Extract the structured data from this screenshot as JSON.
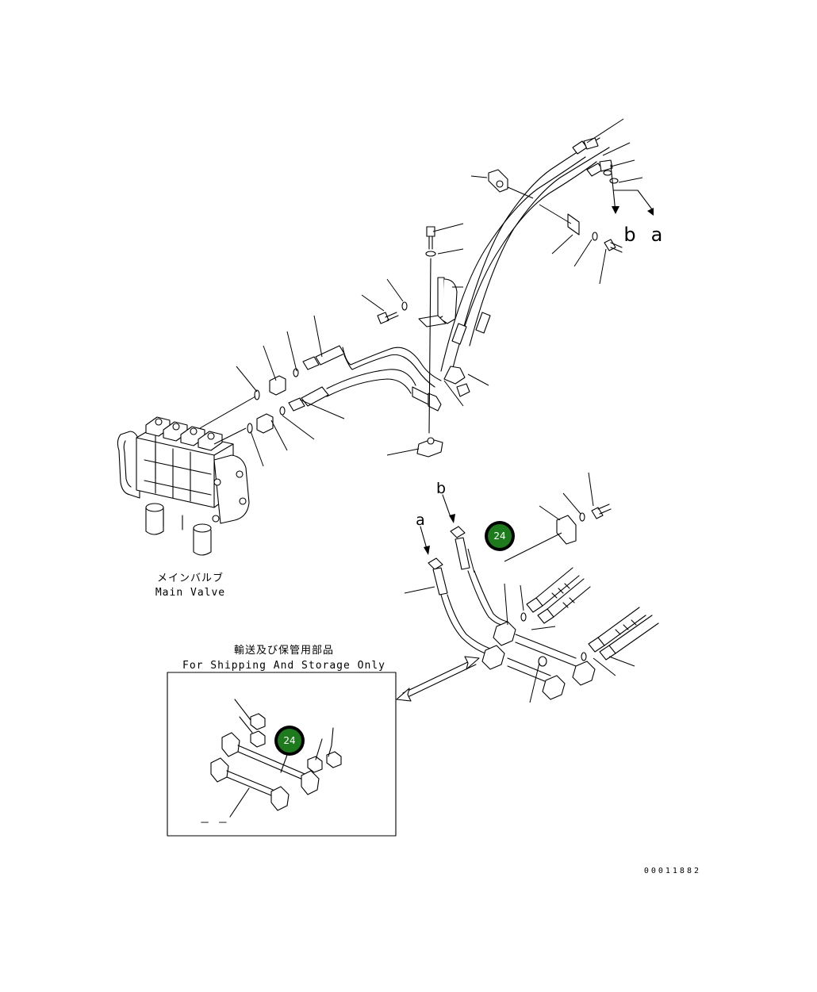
{
  "main_valve": {
    "label_ja": "メインバルブ",
    "label_en": "Main Valve"
  },
  "shipping_box": {
    "title_ja": "輸送及び保管用部品",
    "title_en": "For Shipping And Storage Only",
    "dash_mark": "－ －"
  },
  "connectors": {
    "a_top": "a",
    "b_top": "b",
    "a_bottom": "a",
    "b_bottom": "b"
  },
  "part_badges": [
    {
      "label": "24",
      "color": "#1d7a1d"
    },
    {
      "label": "24",
      "color": "#1d7a1d"
    }
  ],
  "drawing_number": "00011882",
  "colors": {
    "line": "#000000",
    "badge": "#1d7a1d",
    "badge_ring": "#000000",
    "background": "#ffffff"
  }
}
